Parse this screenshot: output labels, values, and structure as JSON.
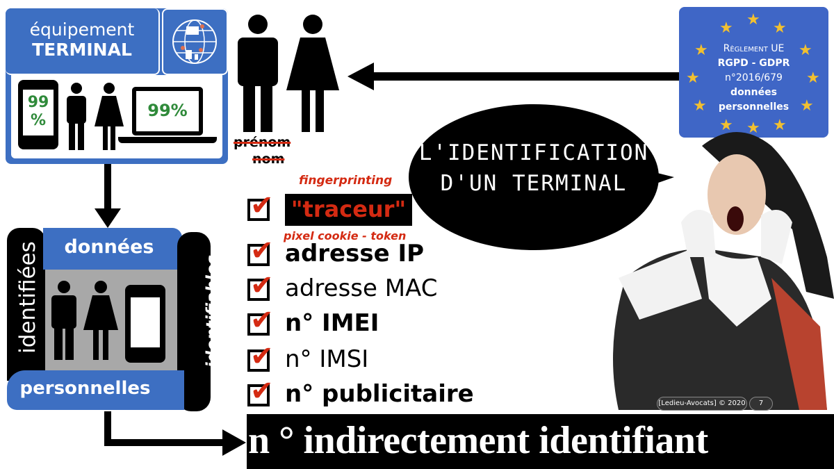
{
  "terminal": {
    "line1": "équipement",
    "line2": "TERMINAL",
    "phone_pct_top": "99",
    "phone_pct_bottom": "%",
    "laptop_pct": "99%"
  },
  "crossed_out": {
    "first_name": "prénom",
    "last_name": "nom"
  },
  "eu_box": {
    "line1": "Règlement UE",
    "line2": "RGPD - GDPR",
    "line3": "n°2016/679",
    "line4": "données",
    "line5": "personnelles"
  },
  "bubble": {
    "line1": "L'IDENTIFICATION",
    "line2": "D'UN TERMINAL"
  },
  "personal_data": {
    "top": "données",
    "bottom": "personnelles",
    "left": "identifiées",
    "right": "identifiables"
  },
  "checklist": {
    "fingerprinting": "fingerprinting",
    "tracker": "\"traceur\"",
    "tracker_sub": "pixel cookie - token",
    "items": [
      "adresse IP",
      "adresse MAC",
      "n° IMEI",
      "n° IMSI",
      "n° publicitaire"
    ]
  },
  "footer": {
    "credit": "[Ledieu-Avocats] © 2020",
    "page": "7"
  },
  "conclusion": "n ° indirectement identifiant",
  "colors": {
    "blue": "#3d6fc2",
    "red": "#d42a12",
    "green": "#2f8a3a",
    "star": "#f2c030"
  }
}
